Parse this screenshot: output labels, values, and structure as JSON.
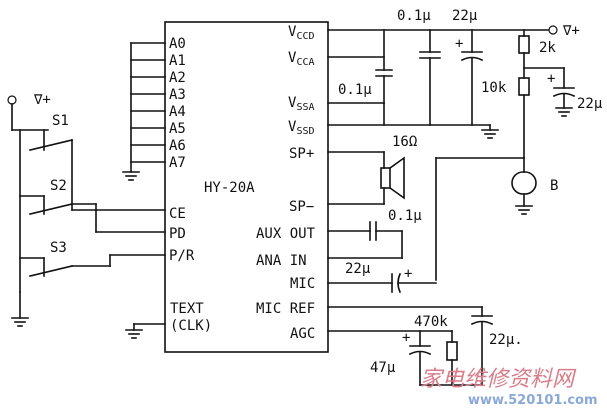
{
  "chip": {
    "name": "HY-20A",
    "address_pins": [
      "A0",
      "A1",
      "A2",
      "A3",
      "A4",
      "A5",
      "A6",
      "A7"
    ],
    "left_pins": [
      "CE",
      "PD",
      "P/R"
    ],
    "text_pin": [
      "TEXT",
      "(CLK)"
    ],
    "right_pins": [
      "AUX OUT",
      "ANA IN",
      "MIC",
      "MIC REF",
      "AGC"
    ]
  },
  "power_pins": [
    {
      "main": "V",
      "sub": "CCD"
    },
    {
      "main": "V",
      "sub": "CCA"
    },
    {
      "main": "V",
      "sub": "SSA"
    },
    {
      "main": "V",
      "sub": "SSD"
    }
  ],
  "speaker_pins": [
    "SP+",
    "SP−"
  ],
  "supply": {
    "left": "∇+",
    "right": "∇+"
  },
  "switches": [
    "S1",
    "S2",
    "S3"
  ],
  "components": {
    "c_top_a": "0.1μ",
    "c_top_b": "22μ",
    "c_mid": "0.1μ",
    "speaker": "16Ω",
    "c_aux": "0.1μ",
    "c_mic": "22μ",
    "r_2k": "2k",
    "r_10k": "10k",
    "c_bias": "22μ",
    "mic": "B",
    "r_agc": "470k",
    "c_agc": "47μ",
    "c_ref": "22μ."
  },
  "watermark": {
    "cn": "家电维修资料网",
    "url": "www.520101.com"
  }
}
